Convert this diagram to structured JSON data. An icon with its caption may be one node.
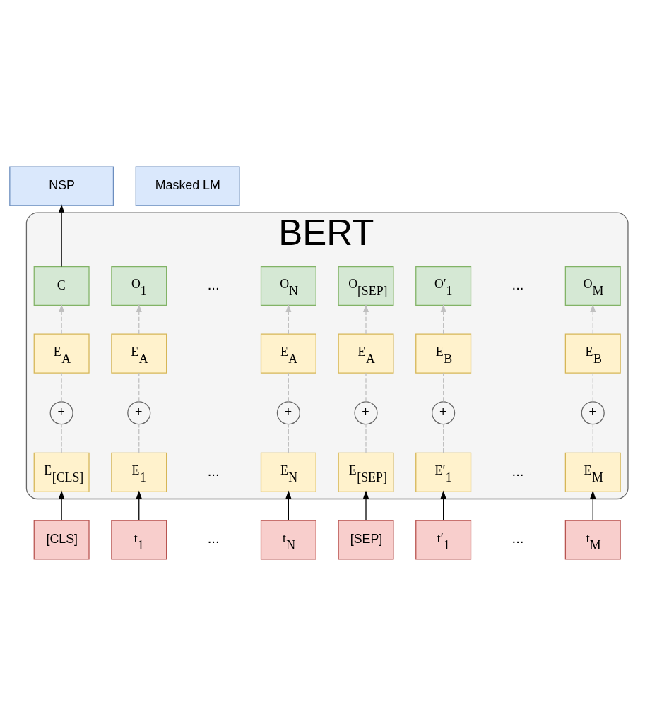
{
  "diagram": {
    "nodes": [
      {
        "text": [
          "NSP"
        ]
      },
      {
        "text": [
          "Masked LM"
        ]
      },
      {
        "text": [
          "BERT"
        ]
      },
      {
        "text": [
          "C"
        ],
        "in": 2
      },
      {
        "text": [
          "O$_{1}$"
        ],
        "in": 2
      },
      {
        "text": [
          "O$_{N}$"
        ],
        "in": 2
      },
      {
        "text": [
          "O$_{[SEP]}$"
        ],
        "in": 2
      },
      {
        "text": [
          "O′$_{1}$"
        ],
        "in": 2
      },
      {
        "text": [
          "O$_{M}$"
        ],
        "in": 2
      },
      {
        "text": [
          "E$_{A}$"
        ],
        "in": 2
      },
      {
        "text": [
          "E$_{A}$"
        ],
        "in": 2
      },
      {
        "text": [
          "E$_{A}$"
        ],
        "in": 2
      },
      {
        "text": [
          "E$_{A}$"
        ],
        "in": 2
      },
      {
        "text": [
          "E$_{B}$"
        ],
        "in": 2
      },
      {
        "text": [
          "E$_{B}$"
        ],
        "in": 2
      },
      {
        "text": [
          "+"
        ],
        "in": 2
      },
      {
        "text": [
          "+"
        ],
        "in": 2
      },
      {
        "text": [
          "+"
        ],
        "in": 2
      },
      {
        "text": [
          "+"
        ],
        "in": 2
      },
      {
        "text": [
          "+"
        ],
        "in": 2
      },
      {
        "text": [
          "+"
        ],
        "in": 2
      },
      {
        "text": [
          "E$_{[CLS]}$"
        ],
        "in": 2
      },
      {
        "text": [
          "E$_{1}$"
        ],
        "in": 2
      },
      {
        "text": [
          "E$_{N}$"
        ],
        "in": 2
      },
      {
        "text": [
          "E$_{[SEP]}$"
        ],
        "in": 2
      },
      {
        "text": [
          "E′$_{1}$"
        ],
        "in": 2
      },
      {
        "text": [
          "E$_{M}$"
        ],
        "in": 2
      },
      {
        "text": [
          "[CLS]"
        ]
      },
      {
        "text": [
          "t$_{1}$"
        ]
      },
      {
        "text": [
          "t$_{N}$"
        ]
      },
      {
        "text": [
          "[SEP]"
        ]
      },
      {
        "text": [
          "t′$_{1}$"
        ]
      },
      {
        "text": [
          "t$_{M}$"
        ]
      }
    ],
    "edges": [
      {
        "from": 3,
        "to": 0,
        "arrow": "to",
        "color": "#000000"
      },
      {
        "from": 27,
        "to": 21,
        "arrow": "to",
        "color": "#000000"
      },
      {
        "from": 28,
        "to": 22,
        "arrow": "to",
        "color": "#000000"
      },
      {
        "from": 29,
        "to": 23,
        "arrow": "to",
        "color": "#000000"
      },
      {
        "from": 30,
        "to": 24,
        "arrow": "to",
        "color": "#000000"
      },
      {
        "from": 31,
        "to": 25,
        "arrow": "to",
        "color": "#000000"
      },
      {
        "from": 32,
        "to": 26,
        "arrow": "to",
        "color": "#000000"
      },
      {
        "from": 21,
        "to": 15,
        "arrow": "none",
        "style": "dashed"
      },
      {
        "from": 22,
        "to": 16,
        "arrow": "none",
        "style": "dashed"
      },
      {
        "from": 23,
        "to": 17,
        "arrow": "none",
        "style": "dashed"
      },
      {
        "from": 24,
        "to": 18,
        "arrow": "none",
        "style": "dashed"
      },
      {
        "from": 25,
        "to": 19,
        "arrow": "none",
        "style": "dashed"
      },
      {
        "from": 26,
        "to": 20,
        "arrow": "none",
        "style": "dashed"
      },
      {
        "from": 15,
        "to": 9,
        "arrow": "none",
        "style": "dashed"
      },
      {
        "from": 16,
        "to": 10,
        "arrow": "none",
        "style": "dashed"
      },
      {
        "from": 17,
        "to": 11,
        "arrow": "none",
        "style": "dashed"
      },
      {
        "from": 18,
        "to": 12,
        "arrow": "none",
        "style": "dashed"
      },
      {
        "from": 19,
        "to": 13,
        "arrow": "none",
        "style": "dashed"
      },
      {
        "from": 20,
        "to": 14,
        "arrow": "none",
        "style": "dashed"
      },
      {
        "from": 9,
        "to": 3,
        "arrow": "to",
        "style": "dashed"
      },
      {
        "from": 10,
        "to": 4,
        "arrow": "to",
        "style": "dashed"
      },
      {
        "from": 11,
        "to": 5,
        "arrow": "to",
        "style": "dashed"
      },
      {
        "from": 12,
        "to": 6,
        "arrow": "to",
        "style": "dashed"
      },
      {
        "from": 13,
        "to": 7,
        "arrow": "to",
        "style": "dashed"
      },
      {
        "from": 14,
        "to": 8,
        "arrow": "to",
        "style": "dashed"
      }
    ],
    "labels": [
      "...",
      "...",
      "...",
      "...",
      "...",
      "..."
    ]
  }
}
